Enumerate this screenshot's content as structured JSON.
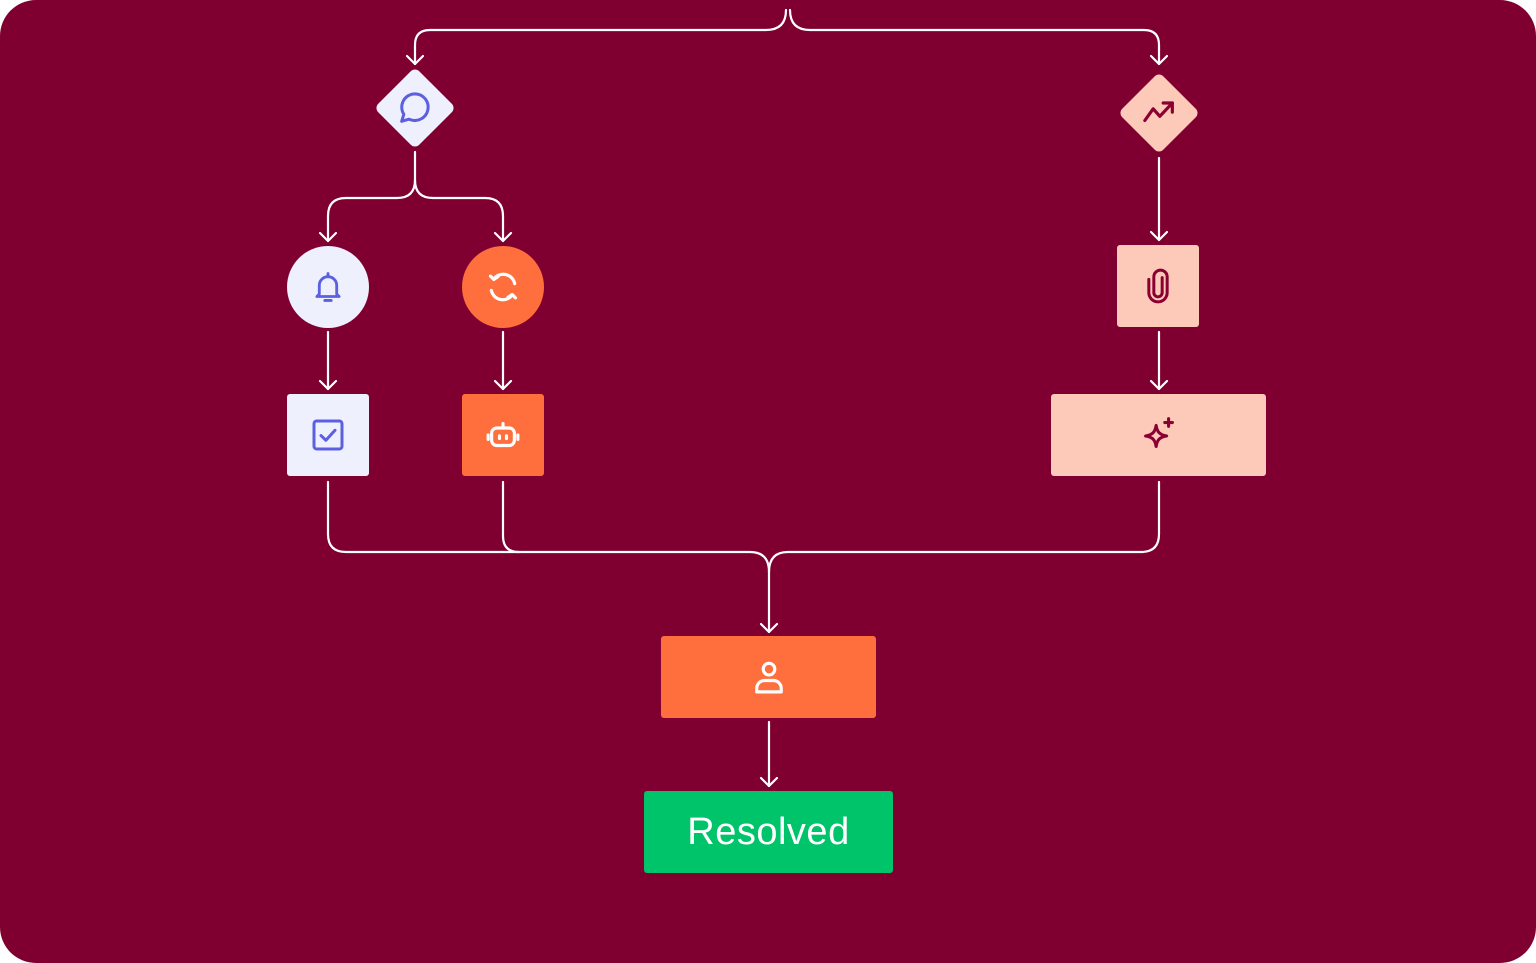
{
  "colors": {
    "background": "#7f0030",
    "connector": "#ffffff",
    "lavender_fill": "#eef0fd",
    "lavender_icon": "#5b5fe0",
    "orange_fill": "#ff6f3d",
    "orange_icon": "#ffffff",
    "peach_fill": "#fdc9b8",
    "peach_icon": "#8a0033",
    "green_fill": "#00c46a",
    "resolved_text": "#ffffff"
  },
  "nodes": {
    "chat_decision": {
      "shape": "diamond",
      "icon": "chat-bubble-icon"
    },
    "trend_decision": {
      "shape": "diamond",
      "icon": "trending-up-icon"
    },
    "bell_step": {
      "shape": "circle",
      "icon": "bell-icon"
    },
    "sync_step": {
      "shape": "circle",
      "icon": "refresh-icon"
    },
    "checkbox_step": {
      "shape": "square",
      "icon": "checkbox-icon"
    },
    "bot_step": {
      "shape": "square",
      "icon": "robot-icon"
    },
    "attach_step": {
      "shape": "square",
      "icon": "paperclip-icon"
    },
    "ai_step": {
      "shape": "rectangle",
      "icon": "sparkle-icon"
    },
    "agent_step": {
      "shape": "rectangle",
      "icon": "user-icon"
    },
    "resolved_step": {
      "shape": "rectangle",
      "label": "Resolved"
    }
  }
}
